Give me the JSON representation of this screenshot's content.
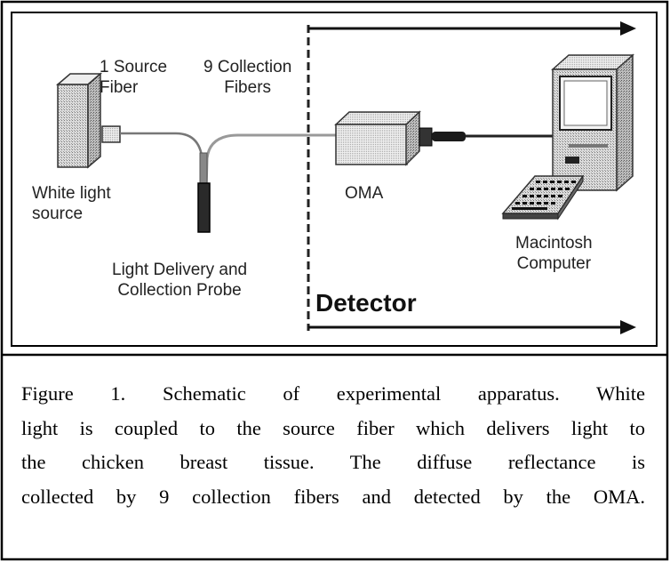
{
  "diagram": {
    "labels": {
      "source_fiber": "1 Source\nFiber",
      "collection_fibers": "9 Collection\nFibers",
      "white_light_source": "White light\nsource",
      "probe": "Light Delivery and\nCollection Probe",
      "oma": "OMA",
      "computer": "Macintosh\nComputer",
      "detector": "Detector"
    }
  },
  "caption": {
    "lines": [
      "Figure 1. Schematic of experimental apparatus.  White",
      "light is coupled to the source fiber which delivers light to",
      "the chicken breast tissue.  The diffuse reflectance is",
      "collected by 9 collection fibers and detected by the OMA."
    ]
  }
}
